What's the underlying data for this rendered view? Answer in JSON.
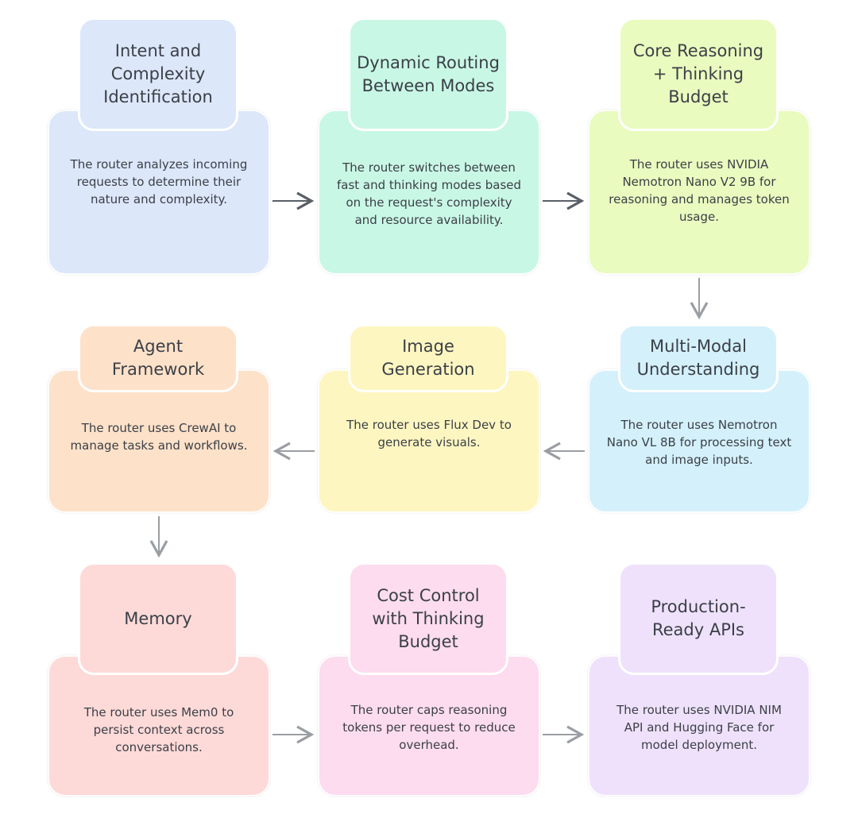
{
  "steps": [
    {
      "title": "Intent and Complexity Identification",
      "description": "The router analyzes incoming requests to determine their nature and complexity.",
      "color": "#dce7fa"
    },
    {
      "title": "Dynamic Routing Between Modes",
      "description": "The router switches between fast and thinking modes based on the request's complexity and resource availability.",
      "color": "#c9f7e5"
    },
    {
      "title": "Core Reasoning + Thinking Budget",
      "description": "The router uses NVIDIA Nemotron Nano V2 9B for reasoning and manages token usage.",
      "color": "#e9fbbf"
    },
    {
      "title": "Agent Framework",
      "description": "The router uses CrewAI to manage tasks and workflows.",
      "color": "#fde1c9"
    },
    {
      "title": "Image Generation",
      "description": "The router uses Flux Dev to generate visuals.",
      "color": "#fdf6c1"
    },
    {
      "title": "Multi-Modal Understanding",
      "description": "The router uses Nemotron Nano VL 8B for processing text and image inputs.",
      "color": "#d4f0fb"
    },
    {
      "title": "Memory",
      "description": "The router uses Mem0 to persist context across conversations.",
      "color": "#fddad8"
    },
    {
      "title": "Cost Control with Thinking Budget",
      "description": "The router caps reasoning tokens per request to reduce overhead.",
      "color": "#fcdcee"
    },
    {
      "title": "Production-Ready APIs",
      "description": "The router uses NVIDIA NIM API and Hugging Face for model deployment.",
      "color": "#efe1fb"
    }
  ],
  "colors": {
    "arrow": "#5a5f66",
    "text": "#3b4047"
  }
}
